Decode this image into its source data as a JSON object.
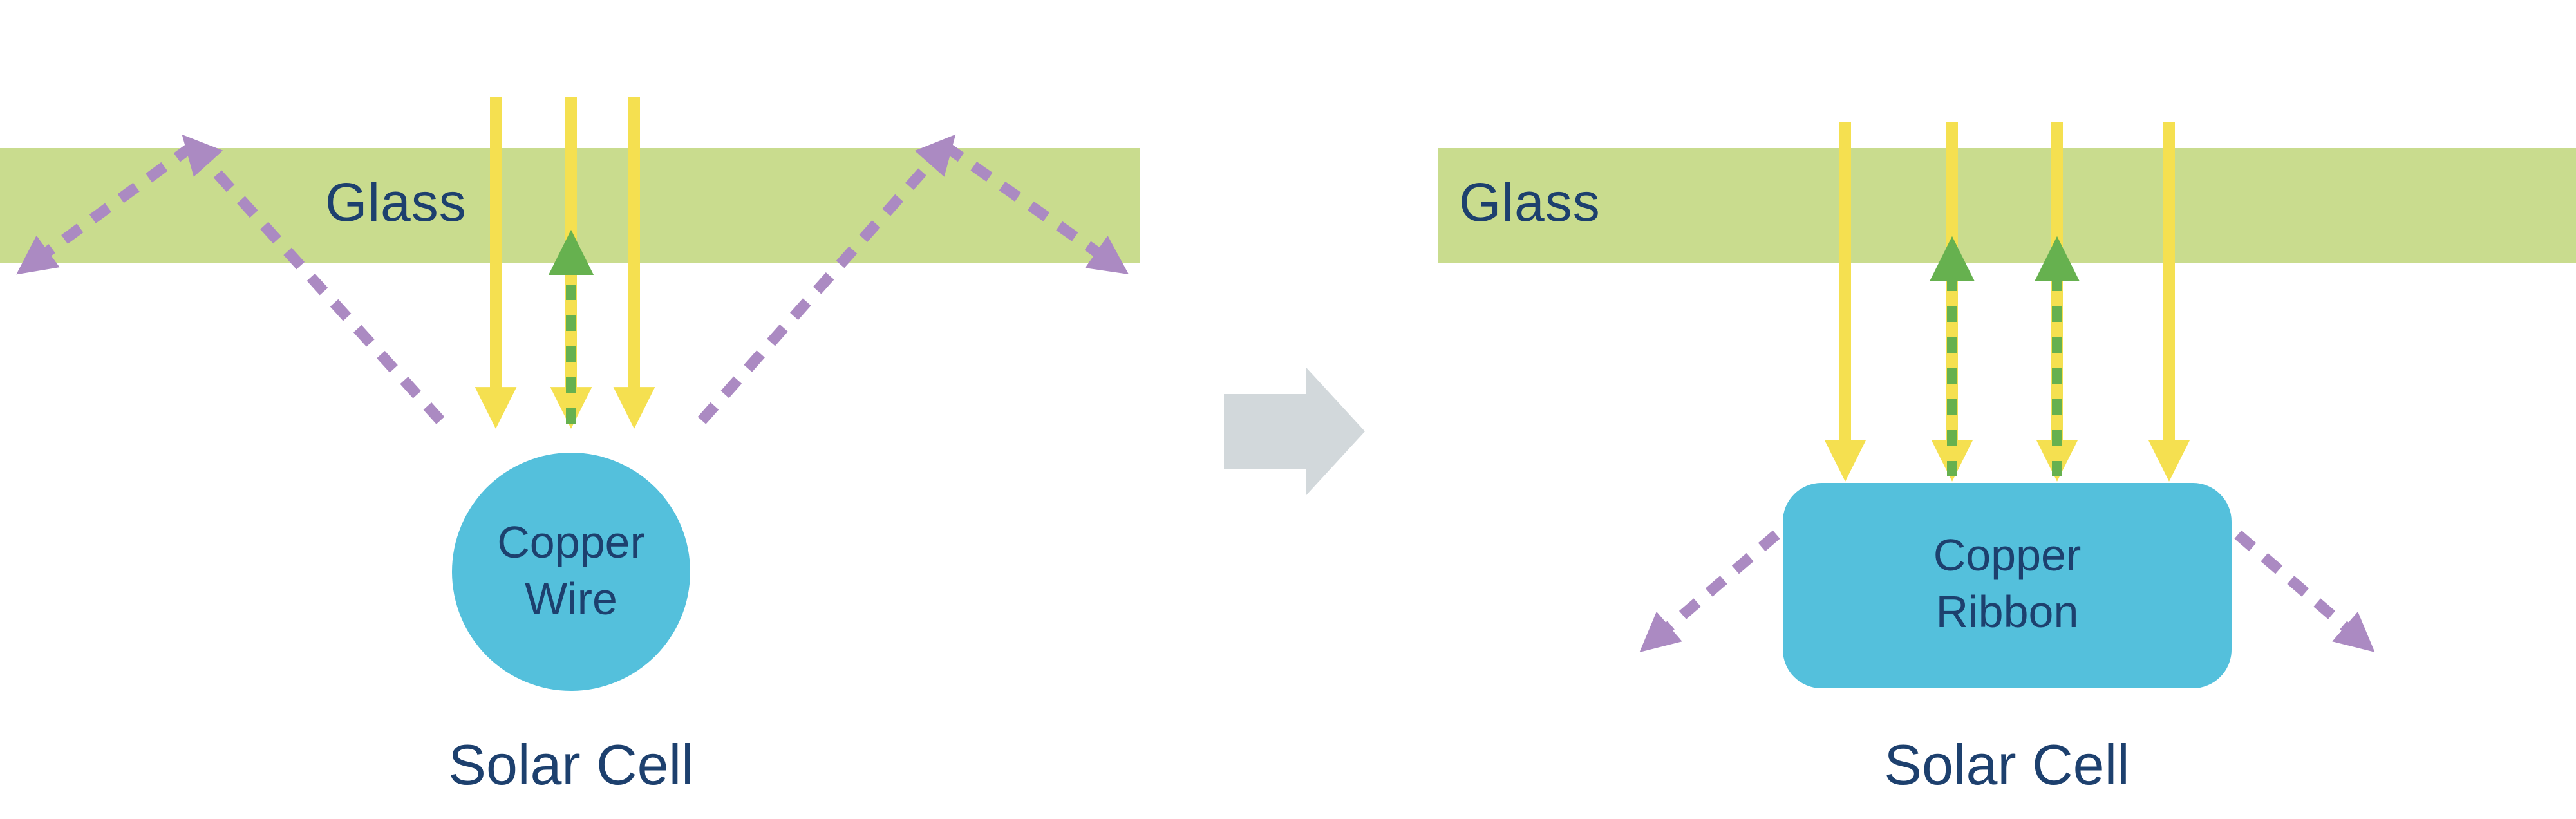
{
  "colors": {
    "glass": "#c9dc8e",
    "sunlight_yellow": "#f5e050",
    "reflected_green": "#66b14f",
    "lost_light_purple": "#ab8ac2",
    "copper_cyan": "#54c0dc",
    "text_navy": "#1d406e",
    "transition_gray": "#d2d8db"
  },
  "icons": {
    "sunlight_arrow": "solid-down-arrow",
    "reflected_light_arrow": "dashed-up-arrow",
    "scattered_light_arrow": "dashed-diagonal-arrow",
    "transition_arrow": "block-arrow-right"
  },
  "left_panel": {
    "glass_label": "Glass",
    "conductor_line1": "Copper",
    "conductor_line2": "Wire",
    "cell_label": "Solar Cell"
  },
  "right_panel": {
    "glass_label": "Glass",
    "conductor_line1": "Copper",
    "conductor_line2": "Ribbon",
    "cell_label": "Solar Cell"
  }
}
